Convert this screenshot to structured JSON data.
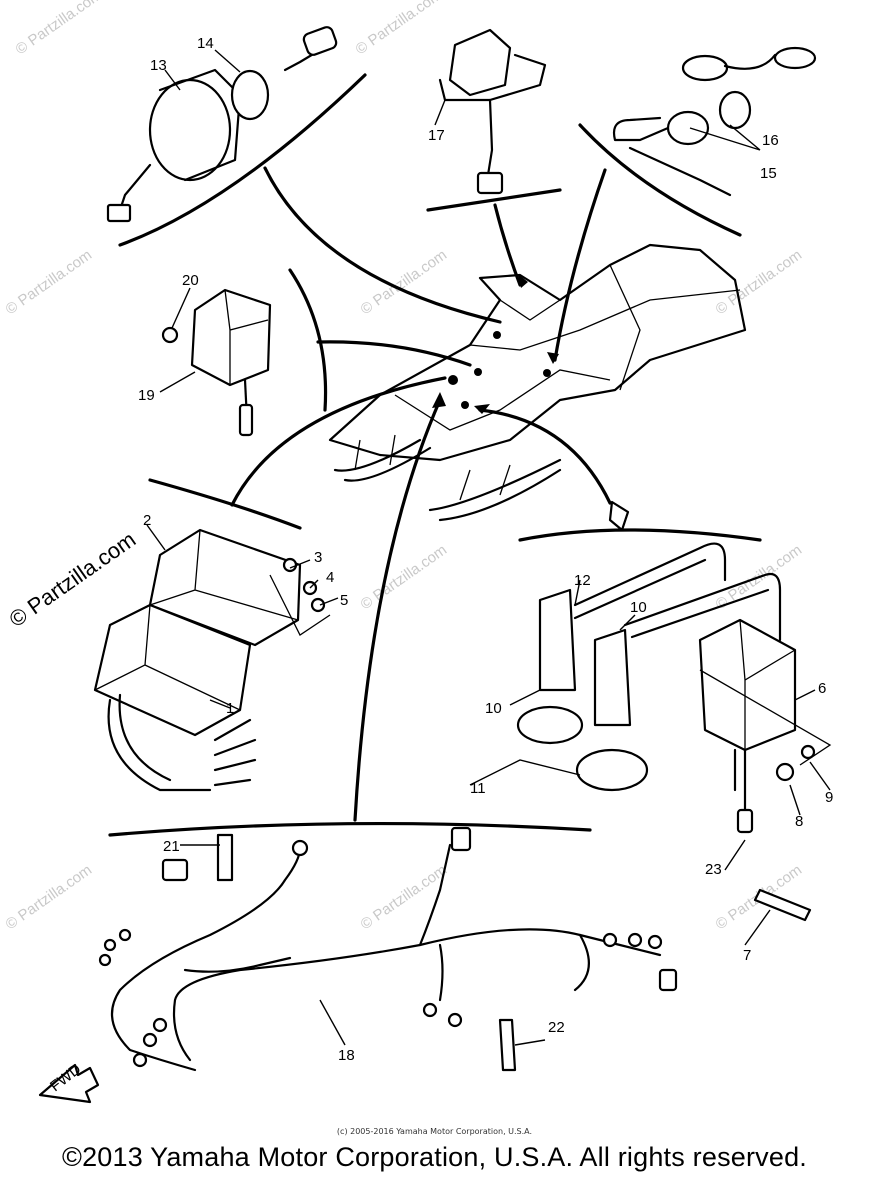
{
  "watermarks": {
    "main": "© Partzilla.com",
    "repeat": "© Partzilla.com"
  },
  "part_numbers": {
    "p1": "1",
    "p2": "2",
    "p3": "3",
    "p4": "4",
    "p5": "5",
    "p6": "6",
    "p7": "7",
    "p8": "8",
    "p9": "9",
    "p10a": "10",
    "p10b": "10",
    "p11": "11",
    "p12": "12",
    "p13": "13",
    "p14": "14",
    "p15": "15",
    "p16": "16",
    "p17": "17",
    "p18": "18",
    "p19": "19",
    "p20": "20",
    "p21": "21",
    "p22": "22",
    "p23": "23"
  },
  "fwd_label": "FWD",
  "small_copyright": "(c) 2005-2016 Yamaha Motor Corporation, U.S.A.",
  "footer": "©2013 Yamaha Motor Corporation, U.S.A. All rights reserved."
}
